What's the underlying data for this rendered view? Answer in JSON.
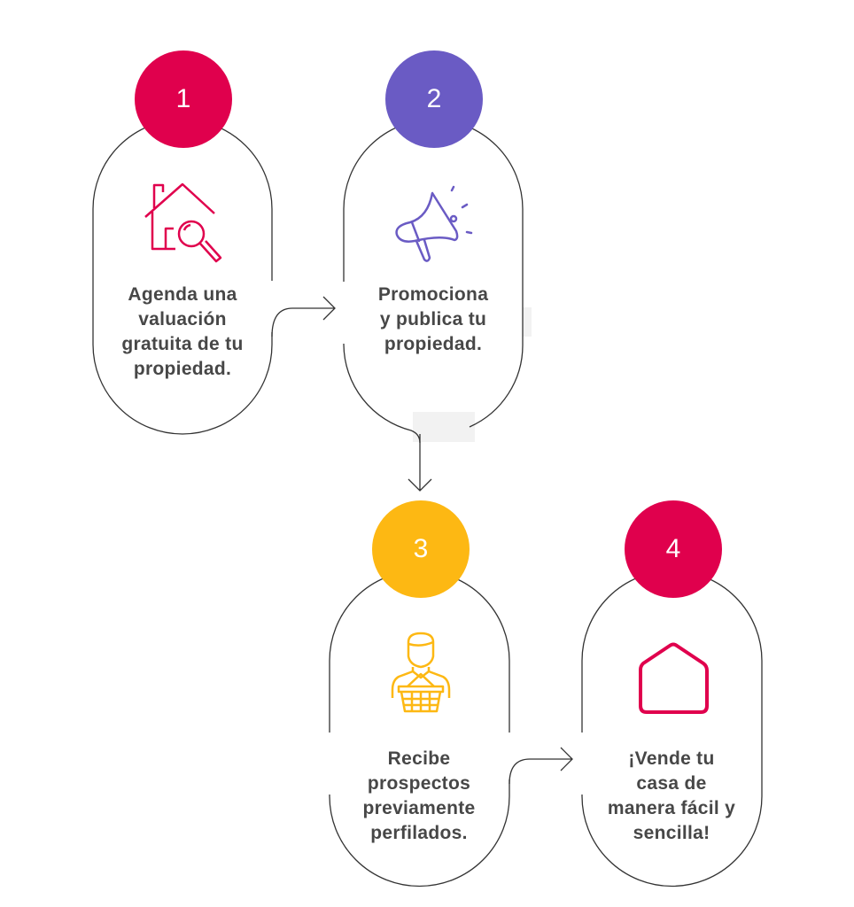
{
  "colors": {
    "step1": "#E0004D",
    "step2": "#6A5BC4",
    "step3": "#FDB813",
    "step4": "#E0004D",
    "text": "#474747",
    "line": "#333333"
  },
  "steps": [
    {
      "number": "1",
      "icon": "house-search-icon",
      "lines": [
        "Agenda una",
        "valuación",
        "gratuita de tu",
        "propiedad."
      ]
    },
    {
      "number": "2",
      "icon": "megaphone-icon",
      "lines": [
        "Promociona",
        "y publica tu",
        "propiedad."
      ]
    },
    {
      "number": "3",
      "icon": "person-basket-icon",
      "lines": [
        "Recibe",
        "prospectos",
        "previamente",
        "perfilados."
      ]
    },
    {
      "number": "4",
      "icon": "house-outline-icon",
      "lines": [
        "¡Vende tu",
        "casa de",
        "manera fácil y",
        "sencilla!"
      ]
    }
  ]
}
